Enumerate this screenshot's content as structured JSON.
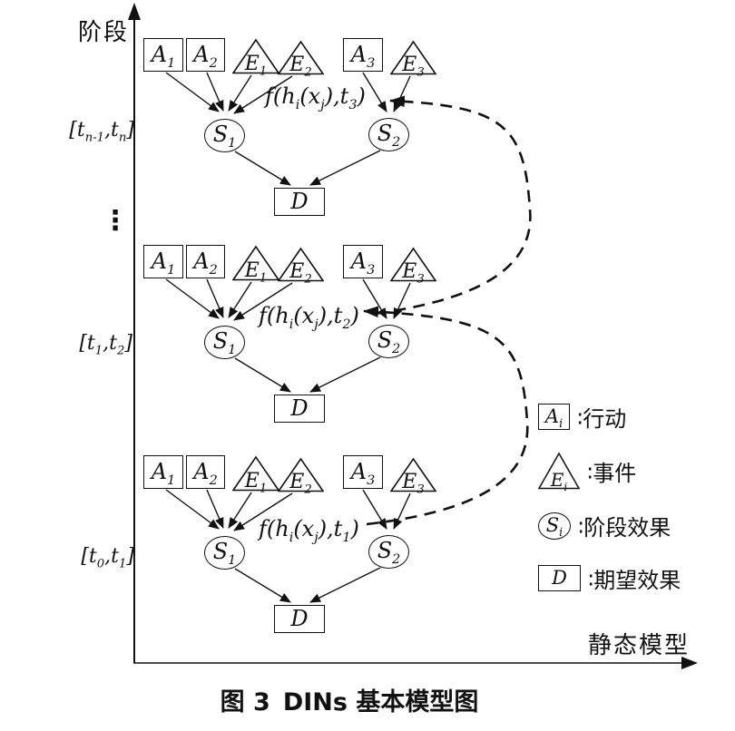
{
  "axes": {
    "y_label": "阶段",
    "x_label": "静态模型"
  },
  "diagram": {
    "ellipsis": "⋮"
  },
  "nodes": {
    "a1": {
      "base": "A",
      "sub": "1"
    },
    "a2": {
      "base": "A",
      "sub": "2"
    },
    "a3": {
      "base": "A",
      "sub": "3"
    },
    "e1": {
      "base": "E",
      "sub": "1"
    },
    "e2": {
      "base": "E",
      "sub": "2"
    },
    "e3": {
      "base": "E",
      "sub": "3"
    },
    "s1": {
      "base": "S",
      "sub": "1"
    },
    "s2": {
      "base": "S",
      "sub": "2"
    },
    "d": {
      "base": "D"
    }
  },
  "f_label": {
    "p1": "f(h",
    "s1": "i",
    "p2": "(x",
    "s2": "j",
    "p3": "),t",
    "p4": ")"
  },
  "stages": [
    {
      "f_sub": "3",
      "interval": {
        "open": "[t",
        "sub1": "n-1",
        "mid": ",t",
        "sub2": "n",
        "close": "]"
      }
    },
    {
      "f_sub": "2",
      "interval": {
        "open": "[t",
        "sub1": "1",
        "mid": ",t",
        "sub2": "2",
        "close": "]"
      }
    },
    {
      "f_sub": "1",
      "interval": {
        "open": "[t",
        "sub1": "0",
        "mid": ",t",
        "sub2": "1",
        "close": "]"
      }
    }
  ],
  "legend": {
    "items": [
      {
        "shape": "box-icon",
        "sym": {
          "base": "A",
          "sub": "i"
        },
        "text": "∶行动"
      },
      {
        "shape": "triangle-icon",
        "sym": {
          "base": "E",
          "sub": "i"
        },
        "text": "∶事件"
      },
      {
        "shape": "circle-icon",
        "sym": {
          "base": "S",
          "sub": "i"
        },
        "text": "∶阶段效果"
      },
      {
        "shape": "box-icon",
        "sym": {
          "base": "D",
          "sub": ""
        },
        "text": "∶期望效果"
      }
    ]
  },
  "caption": {
    "fig": "图 3",
    "title": "DINs 基本模型图"
  }
}
